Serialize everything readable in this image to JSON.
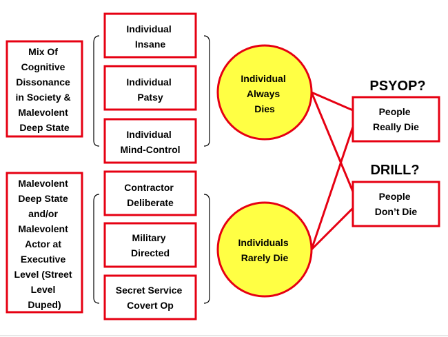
{
  "colors": {
    "box_border": "#e60012",
    "circle_fill": "#ffff44",
    "bracket": "#000000",
    "text": "#000000"
  },
  "diagram": {
    "causes": [
      {
        "lines": [
          "Mix Of",
          "Cognitive",
          "Dissonance",
          "in Society &",
          "Malevolent",
          "Deep State"
        ]
      },
      {
        "lines": [
          "Malevolent",
          "Deep State",
          "and/or",
          "Malevolent",
          "Actor at",
          "Executive",
          "Level (Street",
          "Level",
          "Duped)"
        ]
      }
    ],
    "actors_group_1": [
      {
        "lines": [
          "Individual",
          "Insane"
        ]
      },
      {
        "lines": [
          "Individual",
          "Patsy"
        ]
      },
      {
        "lines": [
          "Individual",
          "Mind-Control"
        ]
      }
    ],
    "actors_group_2": [
      {
        "lines": [
          "Contractor",
          "Deliberate"
        ]
      },
      {
        "lines": [
          "Military",
          "Directed"
        ]
      },
      {
        "lines": [
          "Secret Service",
          "Covert Op"
        ]
      }
    ],
    "outcomes": [
      {
        "lines": [
          "Individual",
          "Always",
          "Dies"
        ]
      },
      {
        "lines": [
          "Individuals",
          "Rarely Die"
        ]
      }
    ],
    "results": [
      {
        "question": "PSYOP?",
        "lines": [
          "People",
          "Really Die"
        ]
      },
      {
        "question": "DRILL?",
        "lines": [
          "People",
          "Don’t Die"
        ]
      }
    ]
  }
}
